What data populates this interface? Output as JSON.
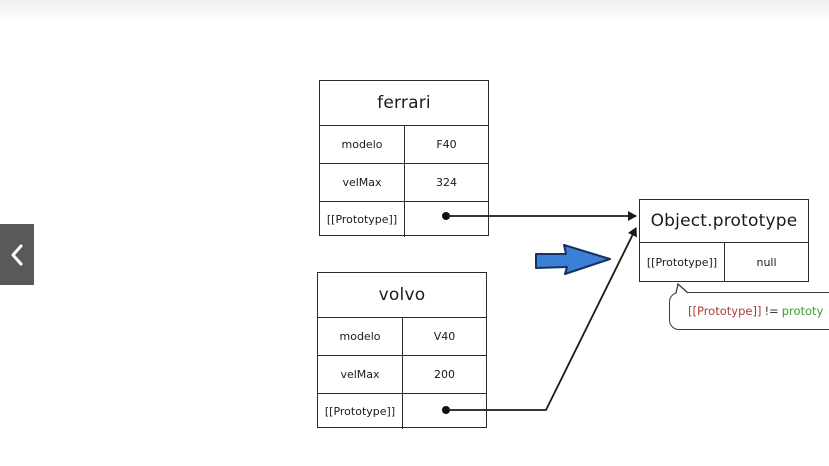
{
  "objects": {
    "ferrari": {
      "title": "ferrari",
      "rows": [
        {
          "key": "modelo",
          "value": "F40"
        },
        {
          "key": "velMax",
          "value": "324"
        },
        {
          "key": "[[Prototype]]",
          "value": ""
        }
      ]
    },
    "volvo": {
      "title": "volvo",
      "rows": [
        {
          "key": "modelo",
          "value": "V40"
        },
        {
          "key": "velMax",
          "value": "200"
        },
        {
          "key": "[[Prototype]]",
          "value": ""
        }
      ]
    },
    "object_prototype": {
      "title": "Object.prototype",
      "rows": [
        {
          "key": "[[Prototype]]",
          "value": "null"
        }
      ]
    }
  },
  "callout": {
    "part1": "[[Prototype]]",
    "part2": "!=",
    "part3": "prototy"
  },
  "colors": {
    "arrow_fill": "#3b7fd6",
    "callout_red": "#b03a3a",
    "callout_green": "#3f9a2f",
    "nav_bg": "#58595b"
  },
  "icons": {
    "nav": "chevron-left-icon",
    "highlight": "block-arrow-right-icon"
  }
}
